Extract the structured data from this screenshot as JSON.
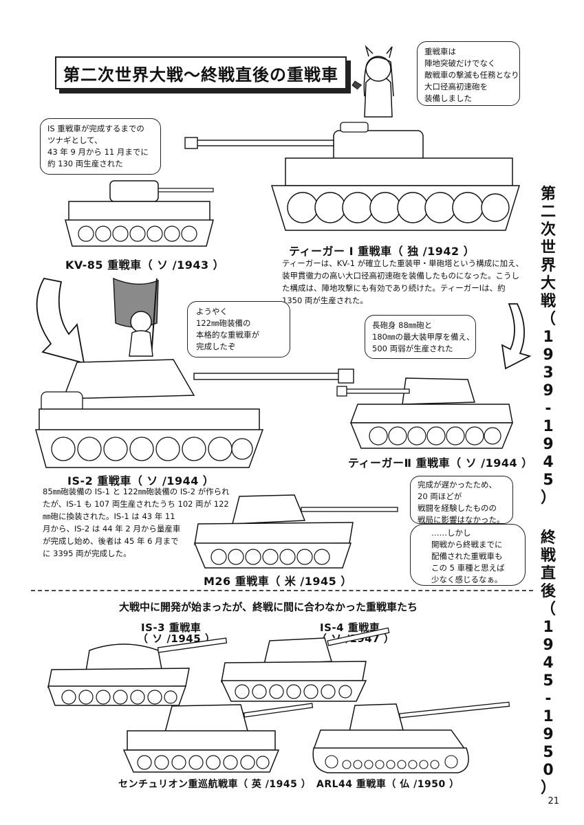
{
  "page": {
    "title": "第二次世界大戦～終戦直後の重戦車",
    "page_number": "21",
    "side_label_ww2": [
      "第",
      "二",
      "次",
      "世",
      "界",
      "大",
      "戦",
      "（",
      "1",
      "9",
      "3",
      "9",
      "-",
      "1",
      "9",
      "4",
      "5",
      "）"
    ],
    "side_label_post": [
      "終",
      "戦",
      "直",
      "後",
      "（",
      "1",
      "9",
      "4",
      "5",
      "-",
      "1",
      "9",
      "5",
      "0",
      "）"
    ],
    "section2_heading": "大戦中に開発が始まったが、終戦に間に合わなかった重戦車たち"
  },
  "bubbles": {
    "girl_top": [
      "重戦車は",
      "陣地突破だけでなく",
      "敵戦車の撃滅も任務となり",
      "大口径高初速砲を",
      "装備しました"
    ],
    "kv85": [
      "IS 重戦車が完成するまでの",
      "ツナギとして、",
      "43 年 9 月から 11 月までに",
      "約 130 両生産された"
    ],
    "is2": [
      "ようやく",
      "122㎜砲装備の",
      "本格的な重戦車が",
      "完成したぞ"
    ],
    "tiger2": [
      "長砲身 88㎜砲と",
      "180㎜の最大装甲厚を備え、",
      "500 両弱が生産された"
    ],
    "m26a": [
      "完成が遅かったため、",
      "20 両ほどが",
      "戦闘を経験したものの",
      "戦局に影響はなかった。"
    ],
    "m26b": [
      "……しかし",
      "開戦から終戦までに",
      "配備された重戦車も",
      "この 5 車種と思えば",
      "少なく感じるなぁ。"
    ]
  },
  "captions": {
    "kv85": "KV-85 重戦車（ ソ /1943 ）",
    "tiger1": "ティーガー Ⅰ 重戦車（ 独 /1942 ）",
    "tiger2": "ティーガーⅡ 重戦車（ ソ /1944 ）",
    "is2": "IS-2 重戦車（ ソ /1944 ）",
    "m26": "M26 重戦車（ 米 /1945 ）",
    "is3_name": "IS-3 重戦車",
    "is3_meta": "（ ソ /1945 ）",
    "is4_name": "IS-4 重戦車",
    "is4_meta": "（ ソ /1947 ）",
    "centurion": "センチュリオン重巡航戦車（ 英 /1945 ）",
    "arl44": "ARL44 重戦車（ 仏 /1950 ）"
  },
  "descriptions": {
    "tiger1": [
      "ティーガーは、KV-1 が確立した重装甲・単砲塔という構成に加え、",
      "装甲貫徹力の高い大口径高初速砲を装備したものになった。こうし",
      "た構成は、陣地攻撃にも有効であり続けた。ティーガーⅠは、約",
      "1350 両が生産された。"
    ],
    "is2": [
      "85㎜砲装備の IS-1 と 122㎜砲装備の IS-2 が作られ",
      "たが、IS-1 も 107 両生産されたうち 102 両が 122",
      "㎜砲に換装された。IS-1 は 43 年 11",
      "月から、IS-2 は 44 年 2 月から量産車",
      "が完成し始め、後者は 45 年 6 月まで",
      "に 3395 両が完成した。"
    ]
  },
  "colors": {
    "ink": "#111111",
    "flag": "#8a8a8a",
    "paper": "#ffffff"
  }
}
